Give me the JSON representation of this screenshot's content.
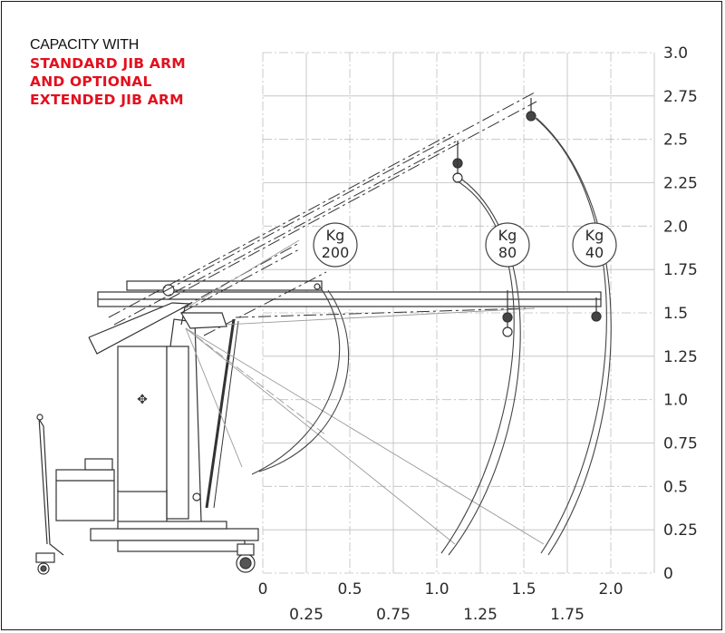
{
  "caption": {
    "line1": "CAPACITY WITH",
    "line2": "STANDARD JIB ARM",
    "line3": "AND OPTIONAL",
    "line4": "EXTENDED JIB ARM"
  },
  "y_axis_ticks": [
    "3.0",
    "2.75",
    "2.5",
    "2.25",
    "2.0",
    "1.75",
    "1.5",
    "1.25",
    "1.0",
    "0.75",
    "0.5",
    "0.25",
    "0"
  ],
  "x_axis_ticks_row1": [
    "0",
    "0.5",
    "1.0",
    "1.5",
    "2.0"
  ],
  "x_axis_ticks_row2": [
    "0.25",
    "0.75",
    "1.25",
    "1.75"
  ],
  "capacities": [
    {
      "unit": "Kg",
      "value": "200"
    },
    {
      "unit": "Kg",
      "value": "80"
    },
    {
      "unit": "Kg",
      "value": "40"
    }
  ],
  "colors": {
    "accent_red": "#e3101e",
    "line": "#333333",
    "grid": "#bdbdbd"
  },
  "icons": [
    "crane-drawing",
    "hook-icon",
    "wheel-icon",
    "battery-box"
  ]
}
